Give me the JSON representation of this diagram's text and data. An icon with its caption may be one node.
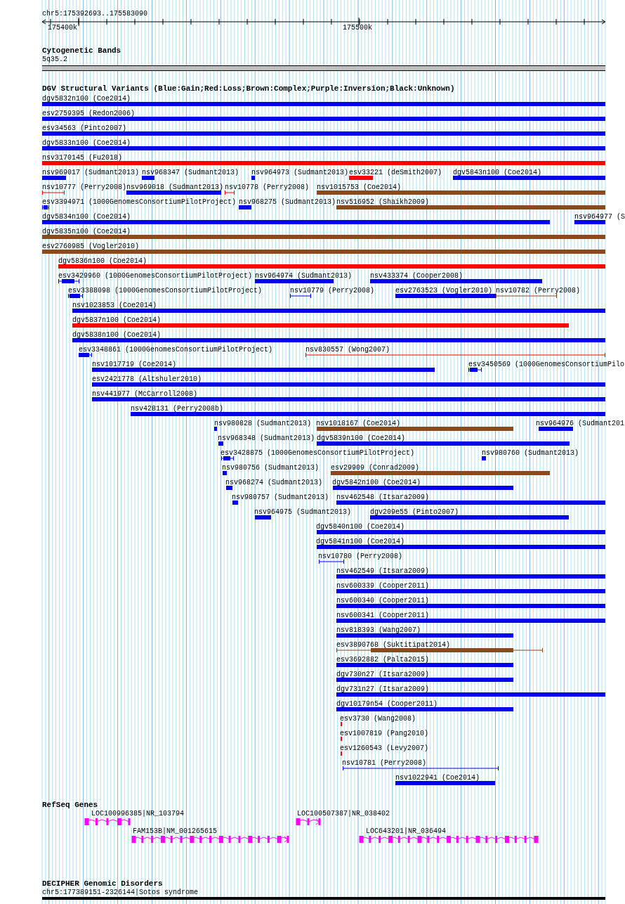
{
  "diagram": {
    "labels": [
      "chr5:175392693..175583090",
      "175400k",
      "175500k",
      "Cytogenetic Bands",
      "5q35.2",
      "DGV Structural Variants (Blue:Gain;Red:Loss;Brown:Complex;Purple:Inversion;Black:Unknown)",
      "dgv5832n100 (Coe2014)",
      "esv2759395 (Redon2006)",
      "esv34563 (Pinto2007)",
      "dgv5833n100 (Coe2014)",
      "nsv3170145 (Fu2018)",
      "nsv969017 (Sudmant2013)",
      "nsv968347 (Sudmant2013)",
      "nsv964973 (Sudmant2013)",
      "esv33221 (deSmith2007)",
      "dgv5843n100 (Coe2014)",
      "nsv10777 (Perry2008)",
      "nsv969018 (Sudmant2013)",
      "nsv10778 (Perry2008)",
      "nsv1015753 (Coe2014)",
      "esv3394971 (1000GenomesConsortiumPilotProject)",
      "nsv968275 (Sudmant2013)",
      "nsv516952 (Shaikh2009)",
      "dgv5834n100 (Coe2014)",
      "nsv964977 (S",
      "dgv5835n100 (Coe2014)",
      "esv2760985 (Vogler2010)",
      "dgv5836n100 (Coe2014)",
      "esv3429960 (1000GenomesConsortiumPilotProject)",
      "nsv964974 (Sudmant2013)",
      "nsv433374 (Cooper2008)",
      "esv3388098 (1000GenomesConsortiumPilotProject)",
      "nsv10779 (Perry2008)",
      "esv2763523 (Vogler2010)",
      "nsv10782 (Perry2008)",
      "nsv1023853 (Coe2014)",
      "dgv5837n100 (Coe2014)",
      "dgv5838n100 (Coe2014)",
      "esv3348861 (1000GenomesConsortiumPilotProject)",
      "nsv830557 (Wong2007)",
      "nsv1017719 (Coe2014)",
      "esv3450569 (1000GenomesConsortiumPilo",
      "esv2421778 (Altshuler2010)",
      "nsv441977 (McCarroll2008)",
      "nsv428131 (Perry2008b)",
      "nsv980828 (Sudmant2013)",
      "nsv1018167 (Coe2014)",
      "nsv964976 (Sudmant201",
      "nsv968348 (Sudmant2013)",
      "dgv5839n100 (Coe2014)",
      "esv3428875 (1000GenomesConsortiumPilotProject)",
      "nsv980760 (Sudmant2013)",
      "nsv980756 (Sudmant2013)",
      "esv29909 (Conrad2009)",
      "nsv968274 (Sudmant2013)",
      "dgv5842n100 (Coe2014)",
      "nsv980757 (Sudmant2013)",
      "nsv462548 (Itsara2009)",
      "nsv964975 (Sudmant2013)",
      "dgv209e55 (Pinto2007)",
      "dgv5840n100 (Coe2014)",
      "dgv5841n100 (Coe2014)",
      "nsv10780 (Perry2008)",
      "nsv462549 (Itsara2009)",
      "nsv600339 (Cooper2011)",
      "nsv600340 (Cooper2011)",
      "nsv600341 (Cooper2011)",
      "nsv818393 (Wang2007)",
      "esv3890768 (Suktitipat2014)",
      "esv3692882 (Palta2015)",
      "dgv730n27 (Itsara2009)",
      "dgv731n27 (Itsara2009)",
      "dgv10179n54 (Cooper2011)",
      "esv3730 (Wang2008)",
      "esv1007819 (Pang2010)",
      "esv1260543 (Levy2007)",
      "nsv10781 (Perry2008)",
      "nsv1022941 (Coe2014)",
      "RefSeq Genes",
      "LOC100996385|NR_103794",
      "LOC100507387|NR_038402",
      "FAM153B|NM_001265615",
      "LOC643201|NR_036494",
      "DECIPHER Genomic Disorders",
      "chr5:177389151-2326144|Sotos syndrome"
    ]
  }
}
